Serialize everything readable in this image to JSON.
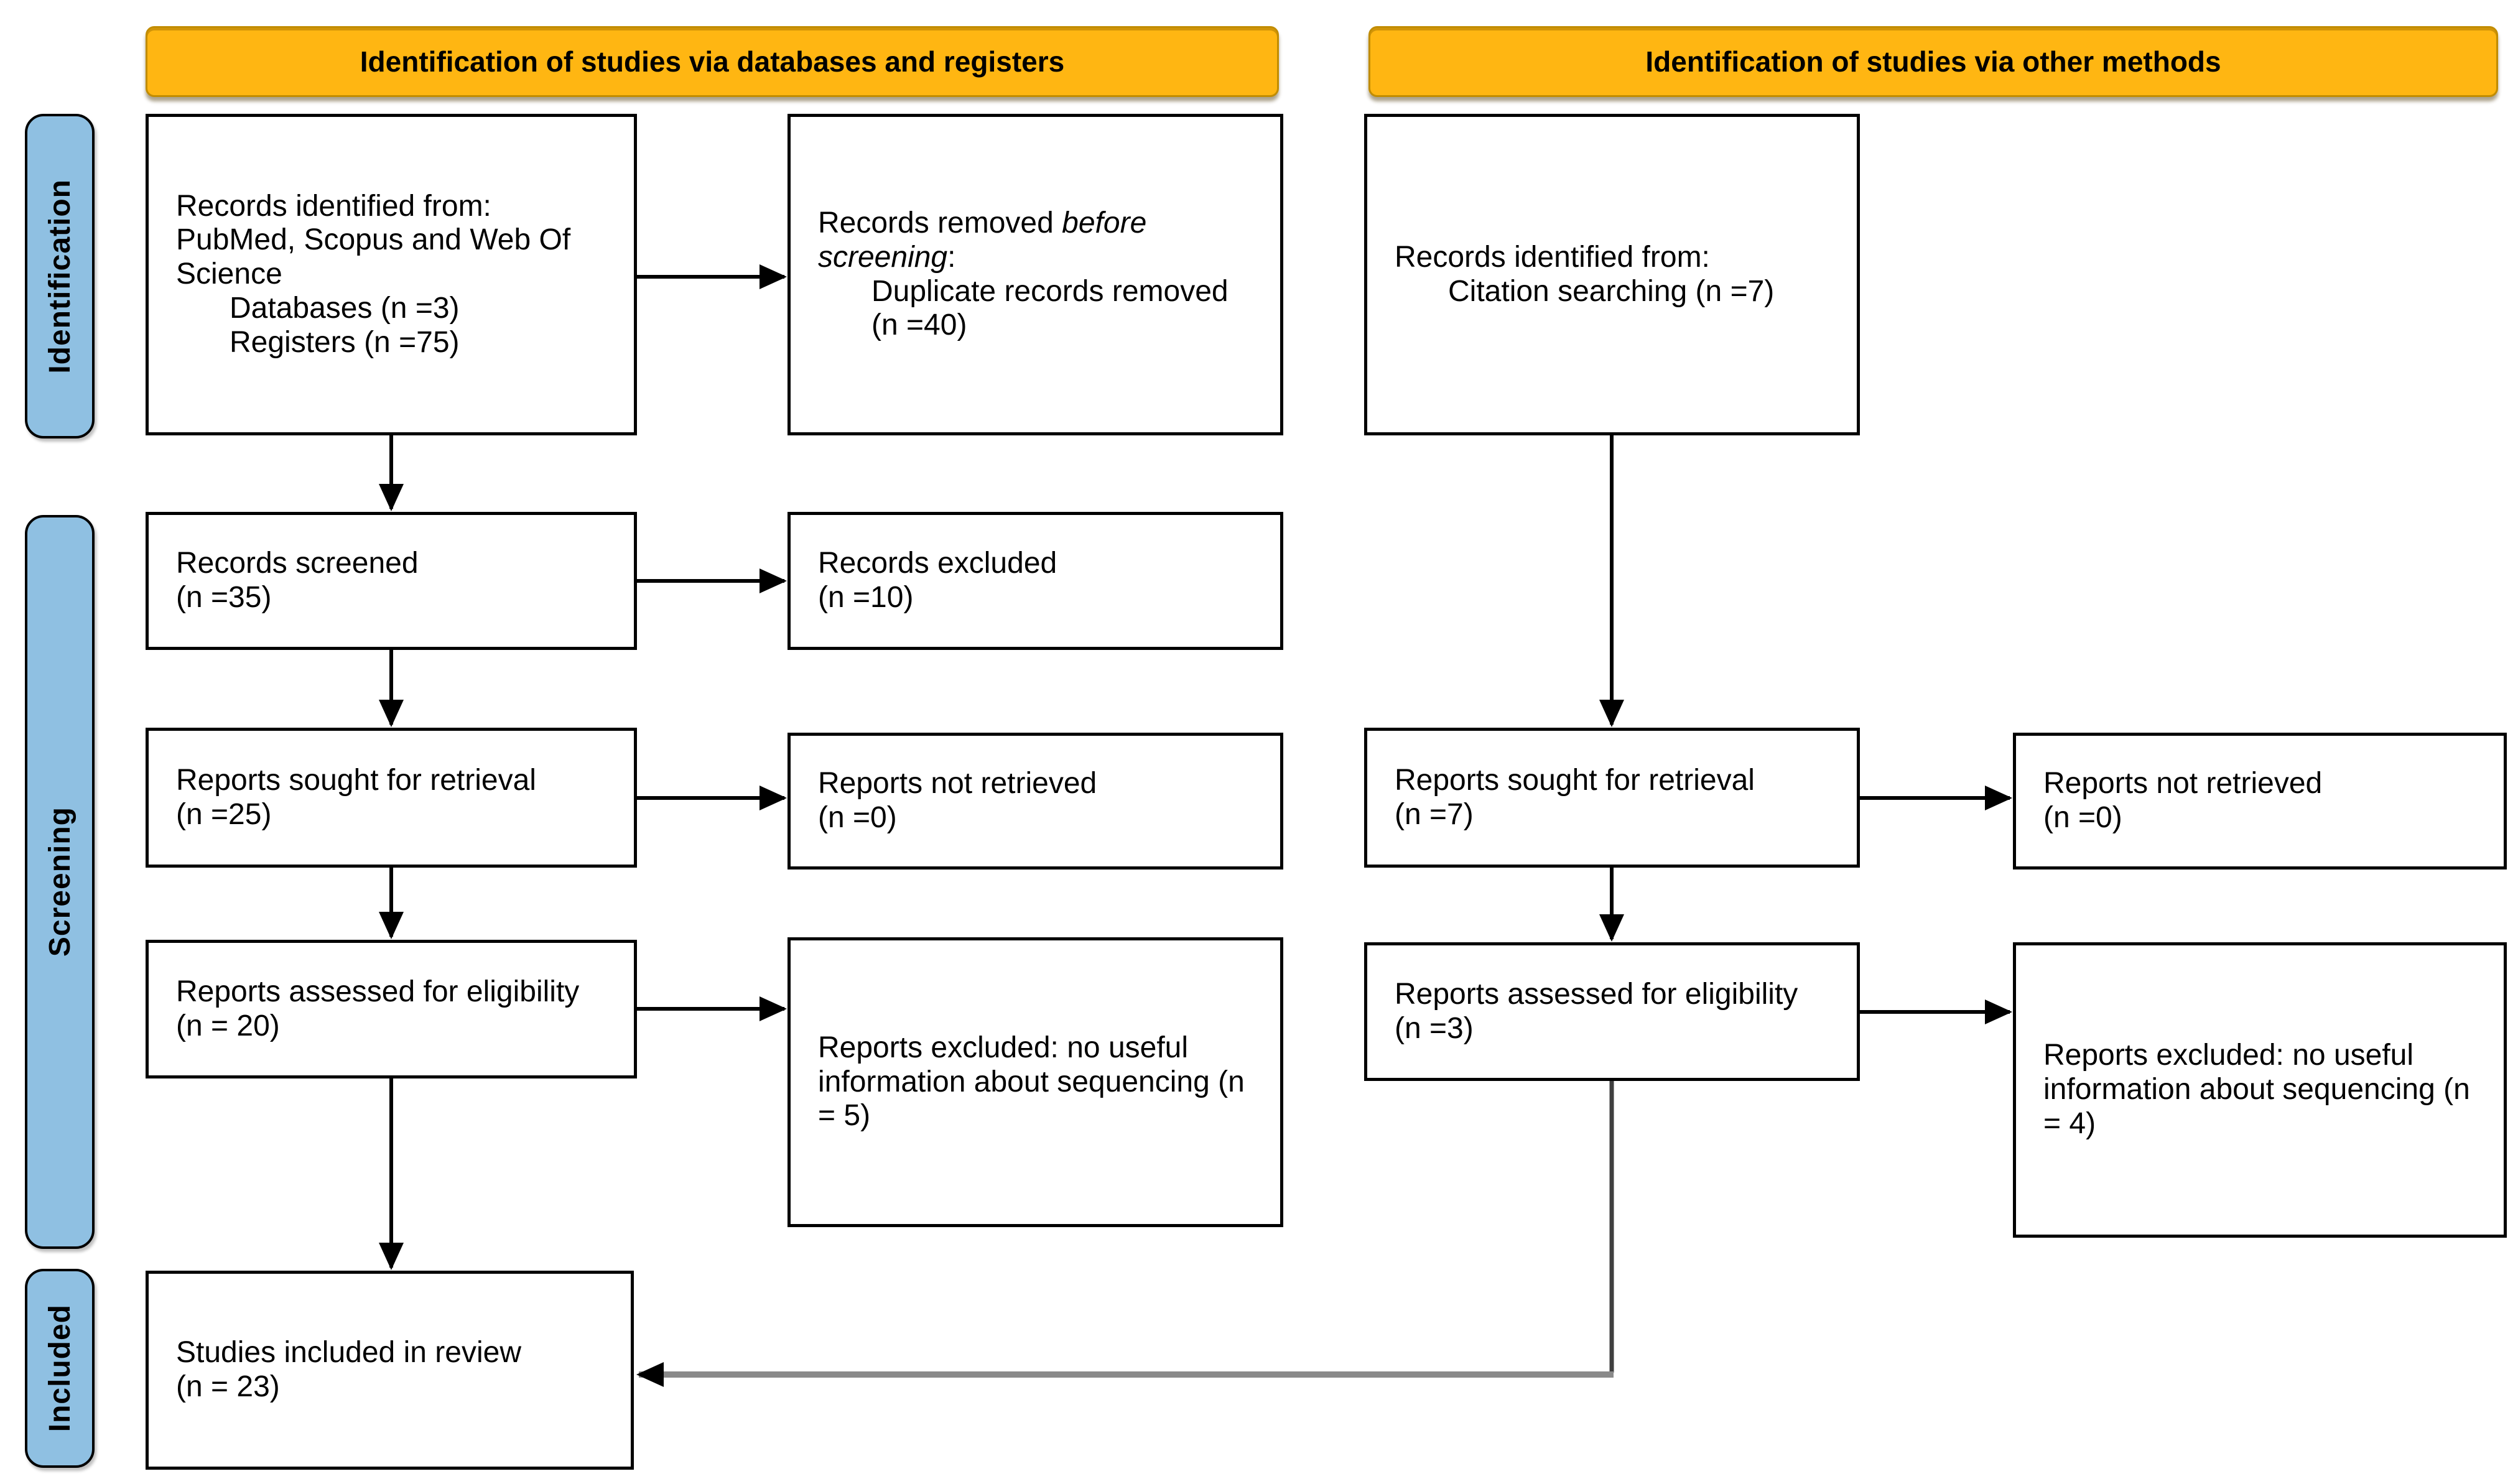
{
  "banners": {
    "databases": "Identification of studies via databases and registers",
    "other": "Identification of studies via other methods"
  },
  "stages": {
    "identification": "Identification",
    "screening": "Screening",
    "included": "Included"
  },
  "boxes": {
    "db_identified": {
      "lines": [
        "Records identified from:",
        "PubMed, Scopus and Web Of",
        "Science"
      ],
      "sub_lines": [
        "Databases (n =3)",
        "Registers (n =75)"
      ]
    },
    "records_removed": {
      "line1_normal": "Records removed ",
      "line1_italic": "before",
      "line2_italic": "screening",
      "line2_normal": ":",
      "sub_lines": [
        "Duplicate records removed (n =40)"
      ]
    },
    "other_identified": {
      "lines": [
        "Records identified from:"
      ],
      "sub_lines": [
        "Citation searching (n =7)"
      ]
    },
    "records_screened": {
      "lines": [
        "Records screened",
        "(n =35)"
      ]
    },
    "records_excluded": {
      "lines": [
        "Records excluded",
        "(n =10)"
      ]
    },
    "db_sought": {
      "lines": [
        "Reports sought for retrieval",
        "(n =25)"
      ]
    },
    "db_not_retrieved": {
      "lines": [
        "Reports not retrieved",
        "(n =0)"
      ]
    },
    "other_sought": {
      "lines": [
        "Reports sought for retrieval",
        "(n =7)"
      ]
    },
    "other_not_retrieved": {
      "lines": [
        "Reports not retrieved",
        "(n =0)"
      ]
    },
    "db_assessed": {
      "lines": [
        "Reports assessed for eligibility",
        "(n = 20)"
      ]
    },
    "db_excluded_reason": {
      "lines": [
        "Reports excluded: no useful information about sequencing (n = 5)"
      ]
    },
    "other_assessed": {
      "lines": [
        "Reports assessed for eligibility",
        "(n =3)"
      ]
    },
    "other_excluded_reason": {
      "lines": [
        "Reports excluded: no useful information about sequencing (n = 4)"
      ]
    },
    "included_studies": {
      "lines": [
        "Studies included in review",
        "(n = 23)"
      ]
    }
  },
  "colors": {
    "banner": "#FFB612",
    "stage_fill": "#8FC0E2",
    "line": "#000000",
    "connector_gray": "#8A8A8A",
    "connector_dark": "#3F3F3F"
  }
}
